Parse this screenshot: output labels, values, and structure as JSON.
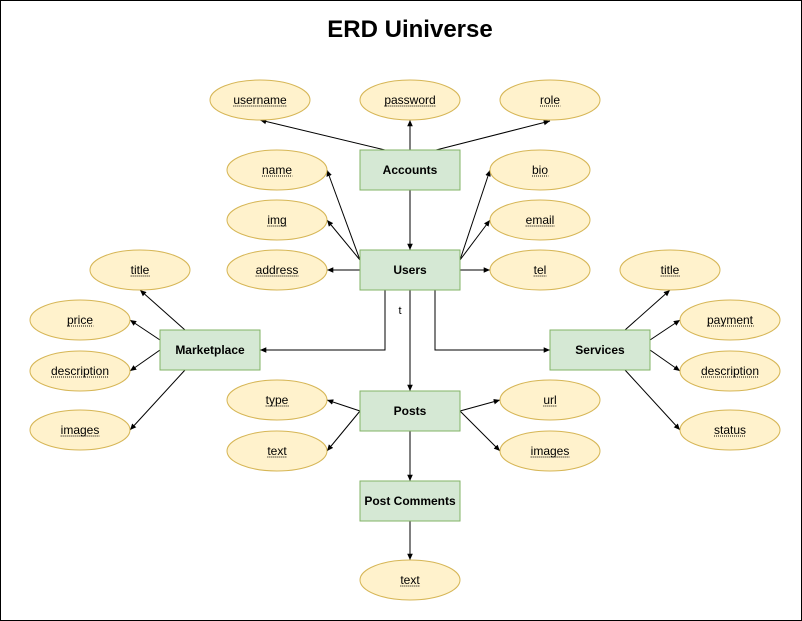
{
  "title": "ERD Uiniverse",
  "entities": {
    "accounts": "Accounts",
    "users": "Users",
    "marketplace": "Marketplace",
    "services": "Services",
    "posts": "Posts",
    "post_comments": "Post Comments"
  },
  "attributes": {
    "accounts_username": "username",
    "accounts_password": "password",
    "accounts_role": "role",
    "users_name": "name",
    "users_img": "img",
    "users_address": "address",
    "users_bio": "bio",
    "users_email": "email",
    "users_tel": "tel",
    "marketplace_title": "title",
    "marketplace_price": "price",
    "marketplace_description": "description",
    "marketplace_images": "images",
    "services_title": "title",
    "services_payment": "payment",
    "services_description": "description",
    "services_status": "status",
    "posts_type": "type",
    "posts_text": "text",
    "posts_url": "url",
    "posts_images": "images",
    "post_comments_text": "text"
  },
  "edge_labels": {
    "users_marketplace": "t"
  },
  "colors": {
    "entity_fill": "#d5e8d4",
    "entity_stroke": "#82b366",
    "attribute_fill": "#fff2cc",
    "attribute_stroke": "#d6b656"
  }
}
